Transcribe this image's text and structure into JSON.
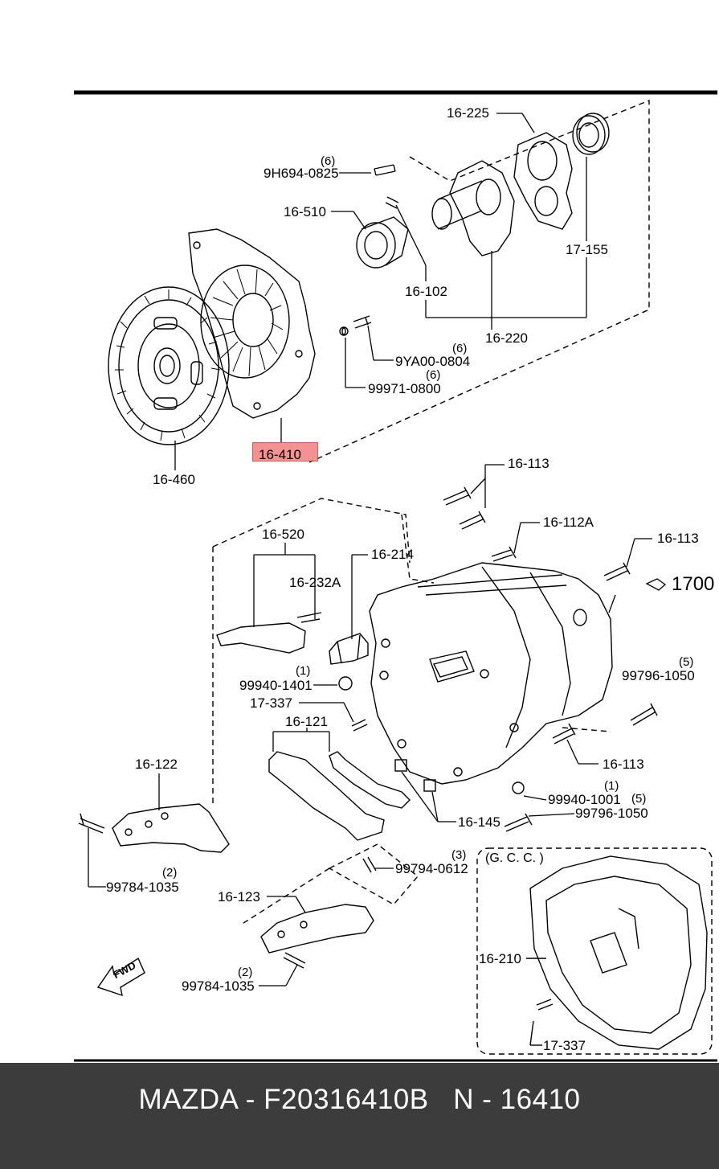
{
  "labels": {
    "p16_225": "16-225",
    "p9H694_0825": "9H694-0825",
    "q9H694": "(6)",
    "p16_510": "16-510",
    "p17_155": "17-155",
    "p16_102": "16-102",
    "p16_220": "16-220",
    "p9YA00_0804": "9YA00-0804",
    "q9YA00": "(6)",
    "p99971_0800": "99971-0800",
    "q99971": "(6)",
    "p16_410": "16-410",
    "p16_460": "16-460",
    "p16_113_a": "16-113",
    "p16_112A": "16-112A",
    "p16_113_b": "16-113",
    "p1700": "1700",
    "p16_520": "16-520",
    "p16_214": "16-214",
    "p16_232A": "16-232A",
    "p99940_1401": "99940-1401",
    "q99940_1401": "(1)",
    "p99796_1050_a": "99796-1050",
    "q99796_a": "(5)",
    "p17_337_a": "17-337",
    "p16_121": "16-121",
    "p16_122": "16-122",
    "p16_113_c": "16-113",
    "p99940_1001": "99940-1001",
    "q99940_1001": "(1)",
    "p99796_1050_b": "99796-1050",
    "q99796_b": "(5)",
    "p16_145": "16-145",
    "p99794_0612": "99794-0612",
    "q99794": "(3)",
    "p99784_1035_a": "99784-1035",
    "q99784_a": "(2)",
    "p16_123": "16-123",
    "p99784_1035_b": "99784-1035",
    "q99784_b": "(2)",
    "gcc": "(G. C. C. )",
    "p16_210": "16-210",
    "p17_337_b": "17-337",
    "fwd": "FWD"
  },
  "highlight_color": "#f08080",
  "footer": {
    "text": "MAZDA - F20316410B   N - 16410"
  }
}
